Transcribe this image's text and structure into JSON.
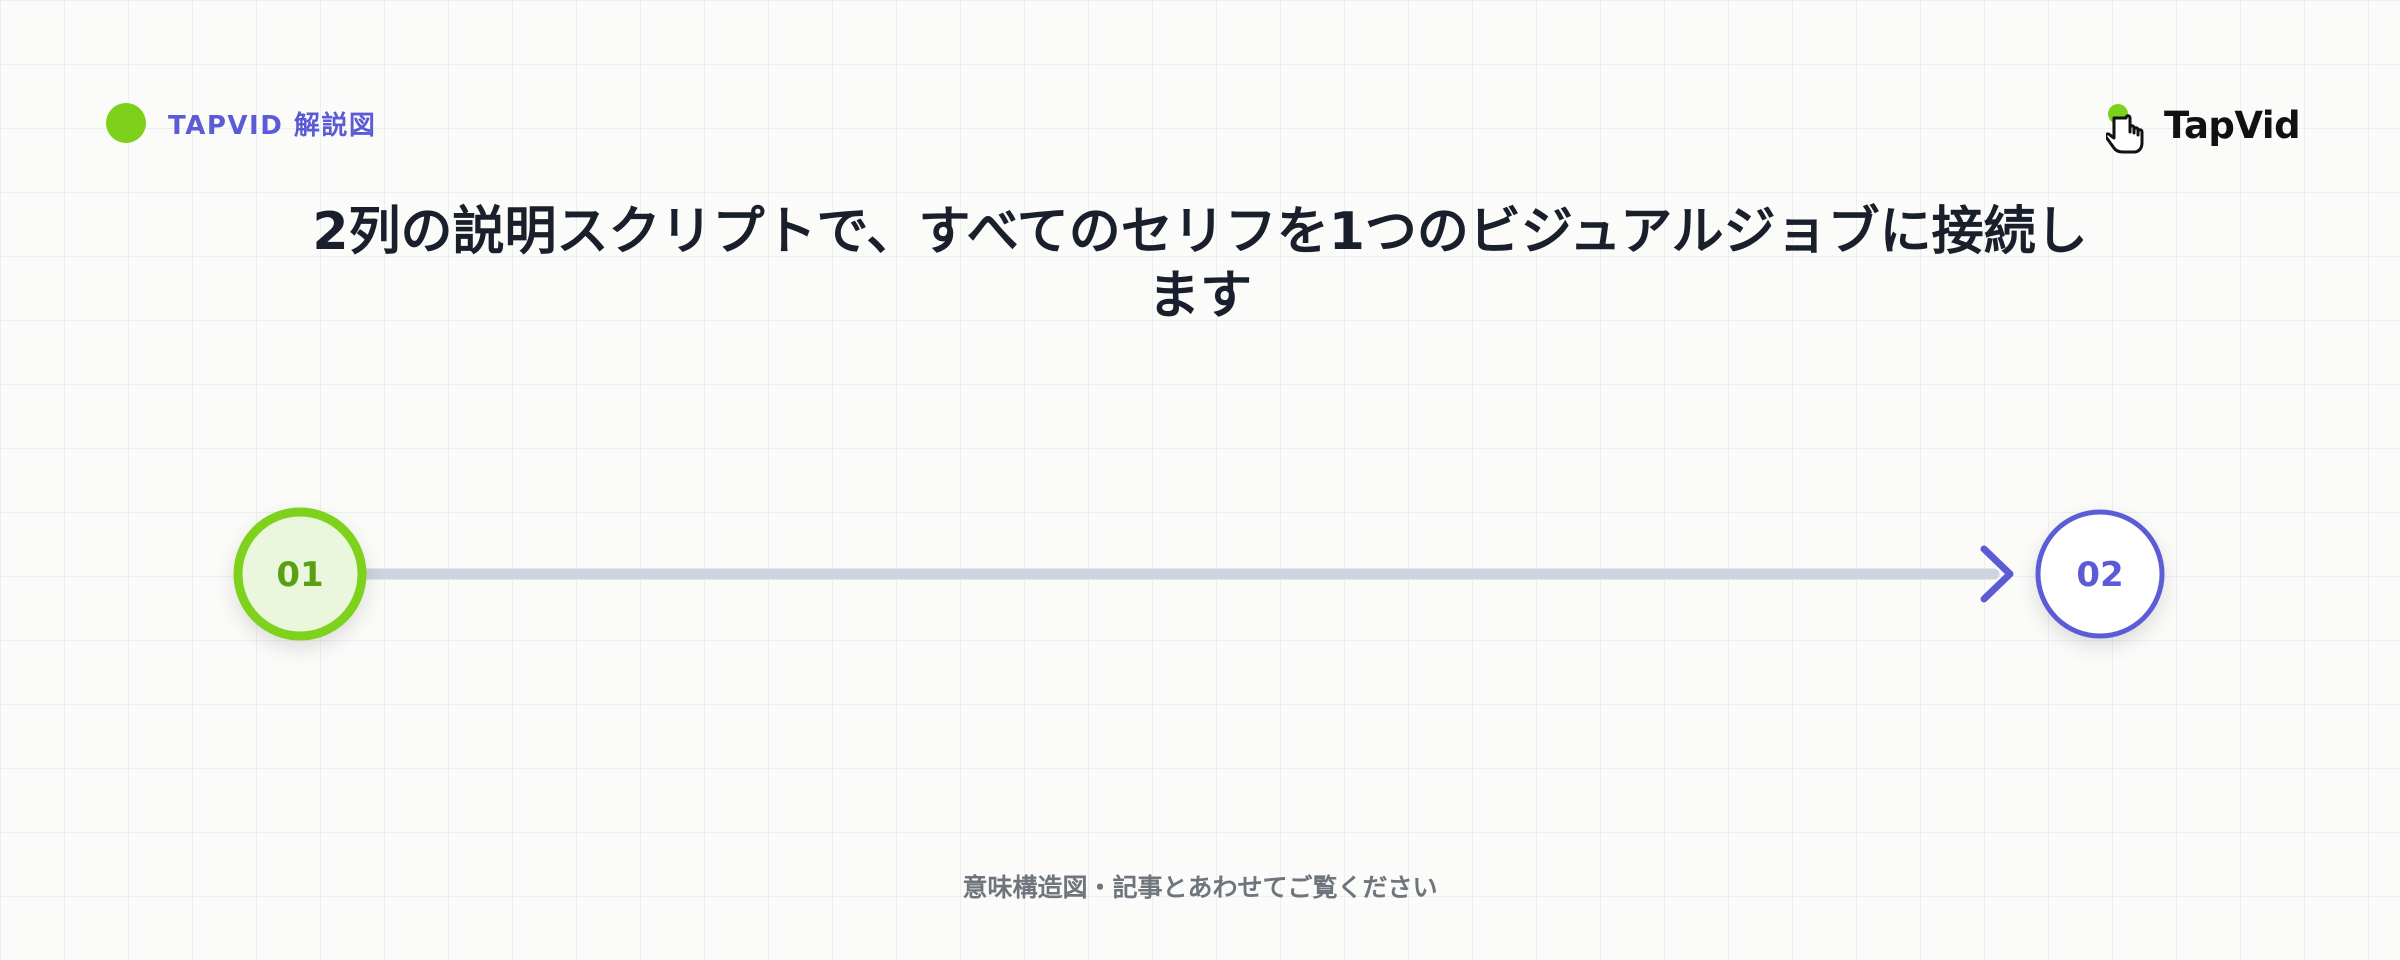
{
  "header": {
    "tag_label": "TAPVID 解説図",
    "logo_text": "TapVid"
  },
  "title": "2列の説明スクリプトで、すべてのセリフを1つのビジュアルジョブに接続します",
  "diagram": {
    "nodes": [
      {
        "label": "01",
        "color": "#7ed11b",
        "fill": "#eaf7dc",
        "text_color": "#5b9f12"
      },
      {
        "label": "02",
        "color": "#5b5bd6",
        "fill": "#ffffff",
        "text_color": "#5b5bd6"
      }
    ],
    "connector_color": "#ccd4e0",
    "arrow_color": "#5b5bd6"
  },
  "footer": "意味構造図・記事とあわせてご覧ください",
  "colors": {
    "accent_green": "#7ed11b",
    "accent_purple": "#5b5bd6",
    "title": "#1a1f2c"
  }
}
